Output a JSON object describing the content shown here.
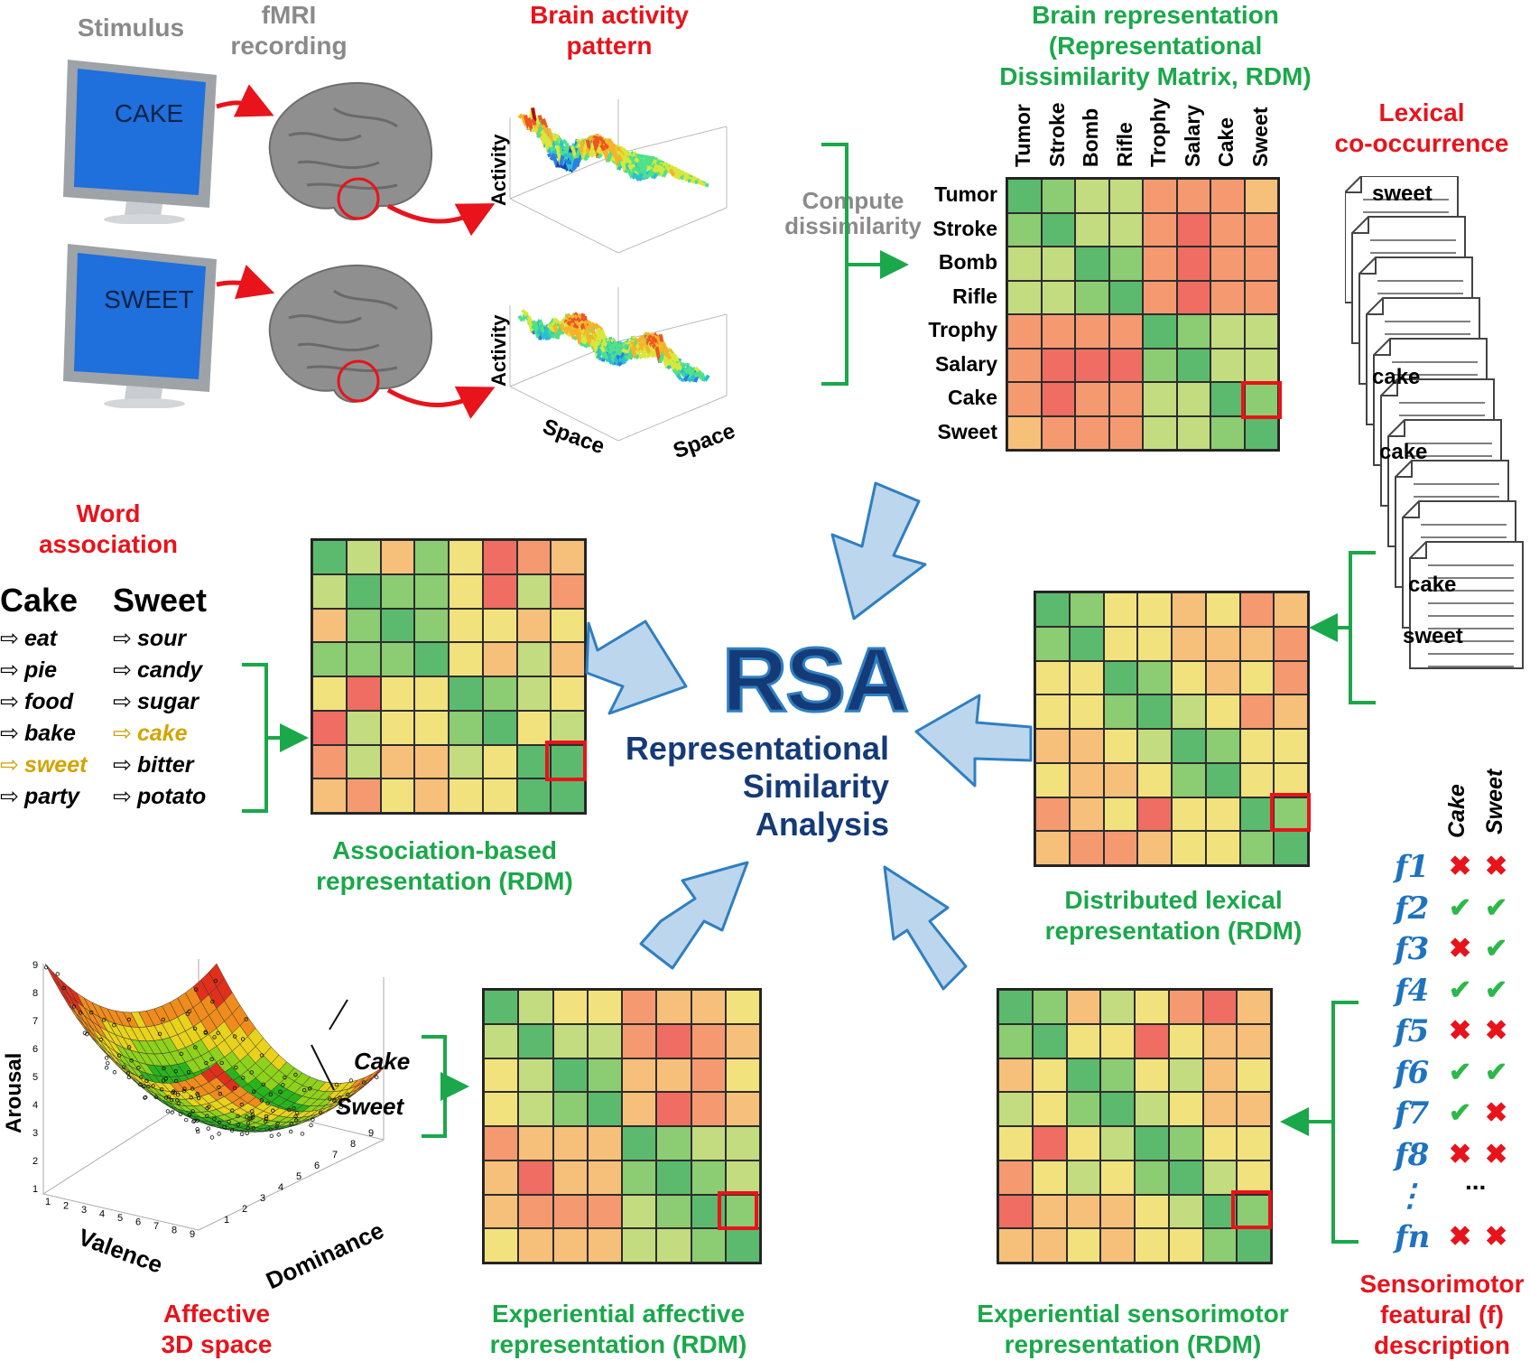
{
  "stimulus": {
    "label": "Stimulus",
    "words": [
      "CAKE",
      "SWEET"
    ]
  },
  "fmri": {
    "label_line1": "fMRI",
    "label_line2": "recording"
  },
  "activity": {
    "title_line1": "Brain activity",
    "title_line2": "pattern",
    "axis_activity": "Activity",
    "axis_space": "Space"
  },
  "compute": {
    "line1": "Compute",
    "line2": "dissimilarity"
  },
  "brain_rdm": {
    "title_line1": "Brain representation",
    "title_line2": "(Representational",
    "title_line3": "Dissimilarity Matrix, RDM)",
    "labels": [
      "Tumor",
      "Stroke",
      "Bomb",
      "Rifle",
      "Trophy",
      "Salary",
      "Cake",
      "Sweet"
    ]
  },
  "lexical": {
    "title_line1": "Lexical",
    "title_line2": "co-occurrence",
    "doc_words": [
      "sweet",
      "cake",
      "cake",
      "cake",
      "sweet"
    ],
    "rdm_title_line1": "Distributed lexical",
    "rdm_title_line2": "representation (RDM)"
  },
  "association": {
    "title_line1": "Word",
    "title_line2": "association",
    "col1_header": "Cake",
    "col2_header": "Sweet",
    "col1": [
      "eat",
      "pie",
      "food",
      "bake",
      "sweet",
      "party"
    ],
    "col2": [
      "sour",
      "candy",
      "sugar",
      "cake",
      "bitter",
      "potato"
    ],
    "rdm_title_line1": "Association-based",
    "rdm_title_line2": "representation (RDM)"
  },
  "rsa": {
    "acronym": "RSA",
    "line1": "Representational",
    "line2": "Similarity",
    "line3": "Analysis"
  },
  "affective": {
    "axis_arousal": "Arousal",
    "axis_valence": "Valence",
    "axis_dominance": "Dominance",
    "point_cake": "Cake",
    "point_sweet": "Sweet",
    "title_line1": "Affective",
    "title_line2": "3D space",
    "rdm_title_line1": "Experiential affective",
    "rdm_title_line2": "representation (RDM)",
    "ticks": [
      "1",
      "2",
      "3",
      "4",
      "5",
      "6",
      "7",
      "8",
      "9"
    ]
  },
  "sensorimotor": {
    "col_cake": "Cake",
    "col_sweet": "Sweet",
    "features": [
      "f1",
      "f2",
      "f3",
      "f4",
      "f5",
      "f6",
      "f7",
      "f8",
      "⋮",
      "fn"
    ],
    "cake_marks": [
      "x",
      "v",
      "x",
      "v",
      "x",
      "v",
      "v",
      "x",
      "",
      "x"
    ],
    "sweet_marks": [
      "x",
      "v",
      "v",
      "v",
      "x",
      "v",
      "x",
      "x",
      "",
      "x"
    ],
    "ellipsis": "...",
    "title_line1": "Sensorimotor",
    "title_line2": "featural (f)",
    "title_line3": "description",
    "rdm_title_line1": "Experiential sensorimotor",
    "rdm_title_line2": "representation (RDM)"
  },
  "colors": {
    "red_title": "#e8131b",
    "green_title": "#1aa84a",
    "rsa_navy": "#143a78",
    "arrow_fill": "#bcd6ee",
    "arrow_stroke": "#2f7fc0",
    "rdm_scale": [
      "#5cba6e",
      "#8ccc72",
      "#c4dc80",
      "#f2e27e",
      "#f7c07a",
      "#f59a70",
      "#ef6d62"
    ]
  },
  "rdms": {
    "brain": [
      [
        0,
        1,
        2,
        2,
        5,
        5,
        5,
        4
      ],
      [
        1,
        0,
        2,
        2,
        5,
        6,
        5,
        5
      ],
      [
        2,
        2,
        0,
        1,
        5,
        6,
        5,
        5
      ],
      [
        2,
        2,
        1,
        0,
        5,
        6,
        5,
        5
      ],
      [
        5,
        5,
        5,
        5,
        0,
        1,
        2,
        2
      ],
      [
        5,
        6,
        6,
        6,
        1,
        0,
        2,
        2
      ],
      [
        5,
        6,
        5,
        5,
        2,
        2,
        0,
        1
      ],
      [
        4,
        5,
        5,
        5,
        2,
        2,
        1,
        0
      ]
    ],
    "association": [
      [
        0,
        2,
        4,
        1,
        3,
        6,
        5,
        4
      ],
      [
        2,
        0,
        1,
        1,
        3,
        6,
        2,
        5
      ],
      [
        4,
        1,
        0,
        1,
        3,
        3,
        4,
        3
      ],
      [
        1,
        1,
        1,
        0,
        3,
        4,
        2,
        4
      ],
      [
        3,
        6,
        3,
        3,
        0,
        1,
        2,
        3
      ],
      [
        6,
        2,
        3,
        3,
        1,
        0,
        3,
        2
      ],
      [
        5,
        2,
        4,
        4,
        2,
        3,
        0,
        0
      ],
      [
        4,
        5,
        3,
        4,
        3,
        3,
        0,
        0
      ]
    ],
    "lexical": [
      [
        0,
        1,
        3,
        3,
        4,
        3,
        5,
        4
      ],
      [
        1,
        0,
        3,
        3,
        4,
        4,
        4,
        5
      ],
      [
        3,
        3,
        0,
        1,
        3,
        4,
        3,
        5
      ],
      [
        3,
        3,
        1,
        0,
        2,
        3,
        5,
        4
      ],
      [
        4,
        4,
        3,
        2,
        0,
        1,
        3,
        3
      ],
      [
        3,
        4,
        4,
        3,
        1,
        0,
        3,
        3
      ],
      [
        5,
        4,
        3,
        6,
        3,
        3,
        0,
        1
      ],
      [
        4,
        5,
        5,
        4,
        3,
        3,
        1,
        0
      ]
    ],
    "affective": [
      [
        0,
        2,
        3,
        3,
        5,
        4,
        4,
        3
      ],
      [
        2,
        0,
        2,
        2,
        5,
        6,
        5,
        4
      ],
      [
        3,
        2,
        0,
        1,
        4,
        4,
        5,
        3
      ],
      [
        3,
        2,
        1,
        0,
        4,
        6,
        5,
        4
      ],
      [
        5,
        4,
        4,
        4,
        0,
        1,
        2,
        2
      ],
      [
        4,
        6,
        4,
        4,
        1,
        0,
        1,
        2
      ],
      [
        4,
        5,
        5,
        5,
        2,
        1,
        0,
        1
      ],
      [
        3,
        4,
        4,
        4,
        2,
        2,
        1,
        0
      ]
    ],
    "sensorimotor": [
      [
        0,
        1,
        4,
        2,
        3,
        5,
        6,
        4
      ],
      [
        1,
        0,
        3,
        3,
        6,
        3,
        4,
        4
      ],
      [
        4,
        3,
        0,
        1,
        3,
        2,
        4,
        3
      ],
      [
        2,
        3,
        1,
        0,
        2,
        3,
        4,
        4
      ],
      [
        3,
        6,
        3,
        2,
        0,
        1,
        3,
        3
      ],
      [
        5,
        3,
        2,
        3,
        1,
        0,
        2,
        3
      ],
      [
        6,
        4,
        4,
        4,
        3,
        2,
        0,
        1
      ],
      [
        4,
        4,
        3,
        4,
        3,
        3,
        1,
        0
      ]
    ]
  }
}
